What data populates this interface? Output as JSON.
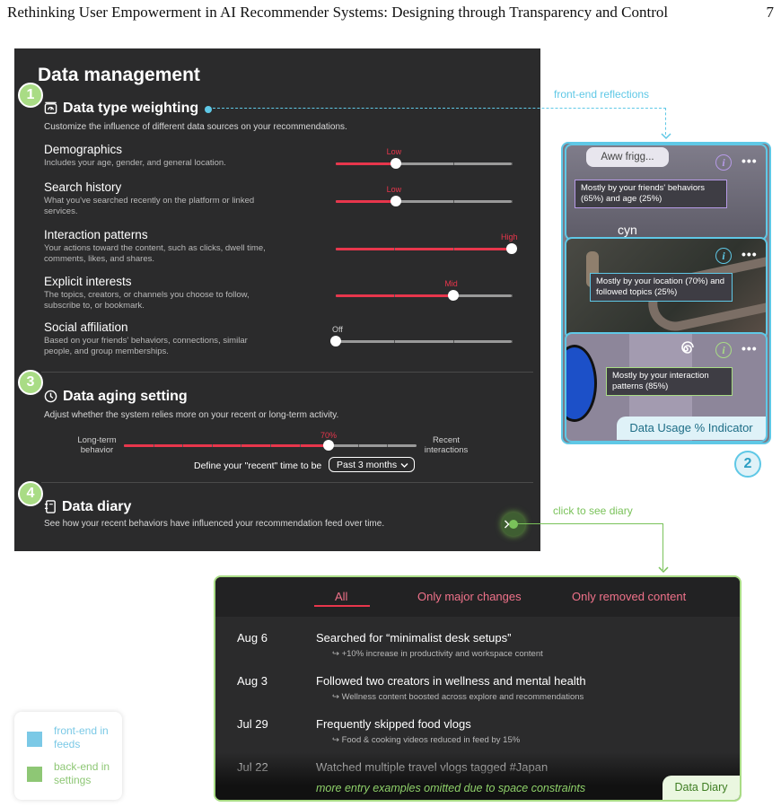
{
  "header": {
    "title": "Rethinking User Empowerment in AI Recommender Systems: Designing through Transparency and Control",
    "page_number": "7"
  },
  "panel": {
    "title": "Data management",
    "section1": {
      "badge": "1",
      "title": "Data type weighting",
      "desc": "Customize the influence of different data sources on your recommendations.",
      "rows": [
        {
          "title": "Demographics",
          "desc": "Includes your age, gender, and general location.",
          "level_label": "Low",
          "value": 0.34
        },
        {
          "title": "Search history",
          "desc": "What you've searched recently on the platform or linked services.",
          "level_label": "Low",
          "value": 0.34
        },
        {
          "title": "Interaction patterns",
          "desc": "Your actions toward the content, such as clicks, dwell time, comments, likes, and shares.",
          "level_label": "High",
          "value": 1.0
        },
        {
          "title": "Explicit interests",
          "desc": "The topics, creators, or channels you choose to follow, subscribe to, or bookmark.",
          "level_label": "Mid",
          "value": 0.67
        },
        {
          "title": "Social affiliation",
          "desc": "Based on your friends' behaviors, connections, similar people, and group memberships.",
          "level_label": "Off",
          "value": 0.0
        }
      ]
    },
    "section3": {
      "badge": "3",
      "title": "Data aging setting",
      "desc": "Adjust whether the system relies more on your recent or long-term activity.",
      "left_label": "Long-term behavior",
      "right_label": "Recent interactions",
      "value_label": "70%",
      "value": 0.7,
      "recent_prefix": "Define your \"recent\" time to be",
      "recent_select": "Past 3 months"
    },
    "section4": {
      "badge": "4",
      "title": "Data diary",
      "desc": "See how your recent behaviors have influenced your recommendation feed over time."
    }
  },
  "annotations": {
    "front_end_reflections": "front-end reflections",
    "click_to_see_diary": "click to see diary",
    "badge2": "2"
  },
  "feed_cards": {
    "card1_bubble": "Aww frigg...",
    "card1_tip": "Mostly by your friends' behaviors (65%) and age (25%)",
    "card1_text": "cyn",
    "card2_tip": "Mostly by your location (70%) and followed topics (25%)",
    "card3_tip": "Mostly by your interaction patterns (85%)",
    "indicator_label": "Data Usage % Indicator",
    "info_glyph": "i",
    "more_glyph": "•••"
  },
  "diary": {
    "tabs": [
      "All",
      "Only major changes",
      "Only removed content"
    ],
    "entries": [
      {
        "date": "Aug 6",
        "title": "Searched for “minimalist desk setups”",
        "sub": "↪ +10% increase in productivity and workspace content"
      },
      {
        "date": "Aug 3",
        "title": "Followed two creators in wellness and mental health",
        "sub": "↪ Wellness content boosted across explore and recommendations"
      },
      {
        "date": "Jul 29",
        "title": "Frequently skipped food vlogs",
        "sub": "↪ Food & cooking videos reduced in feed by 15%"
      },
      {
        "date": "Jul 22",
        "title": "Watched multiple travel vlogs tagged #Japan",
        "sub": ""
      }
    ],
    "omitted_note": "more entry examples omitted due to space constraints",
    "label": "Data Diary"
  },
  "legend": {
    "items": [
      {
        "label": "front-end in feeds",
        "color": "#5fc8e6"
      },
      {
        "label": "back-end in settings",
        "color": "#7ac25a"
      }
    ]
  },
  "colors": {
    "accent_red": "#e8364c",
    "front_end_blue": "#5fc8e6",
    "back_end_green": "#a9dc85",
    "panel_bg": "#2b2b2c"
  }
}
